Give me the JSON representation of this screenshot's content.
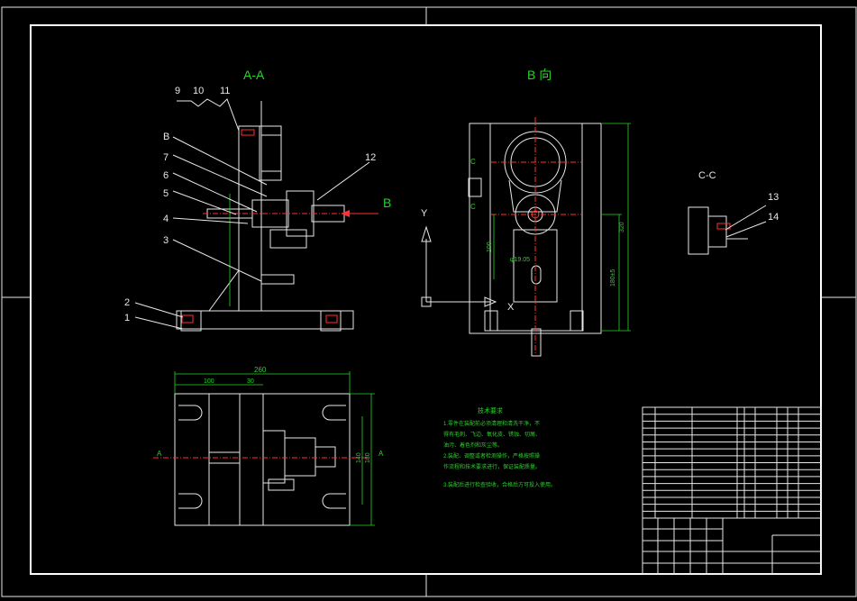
{
  "views": {
    "section_aa": "A-A",
    "view_b": "B 向",
    "section_cc": "C-C"
  },
  "part_labels": [
    "9",
    "10",
    "11",
    "B",
    "7",
    "6",
    "5",
    "4",
    "3",
    "2",
    "1",
    "12",
    "13",
    "14"
  ],
  "arrows": {
    "b_arrow": "B",
    "axis_y": "Y",
    "axis_x": "X",
    "sect_a_left": "A",
    "sect_a_right": "A",
    "sect_c_top": "C",
    "sect_c_bottom": "C"
  },
  "dimensions": {
    "overall_width": "260",
    "left_width": "100",
    "mid_width": "30",
    "height_140": "140",
    "height_180": "180",
    "b_320": "320",
    "b_height": "180±5",
    "b_left": "100",
    "b_phi": "φ19.05"
  },
  "notes": {
    "title": "技术要求",
    "lines": [
      "1.零件在装配前必须清理和清洗干净，不",
      "得有毛刺、飞边、氧化皮、锈蚀、切屑、",
      "油污、着色剂和灰尘等。",
      "2.装配、调整或者检测操作，严格按照操",
      "作流程和技术要求进行，保证装配质量。",
      "3.装配后进行检查验收，合格后方可投入使用。"
    ]
  },
  "colors": {
    "background": "#000000",
    "frame": "#ffffff",
    "outline": "#e8e8e8",
    "dimension": "#27d427",
    "text_cyan": "#22dede",
    "centerline": "#ff3030",
    "hatch": "#e8e8e8"
  }
}
